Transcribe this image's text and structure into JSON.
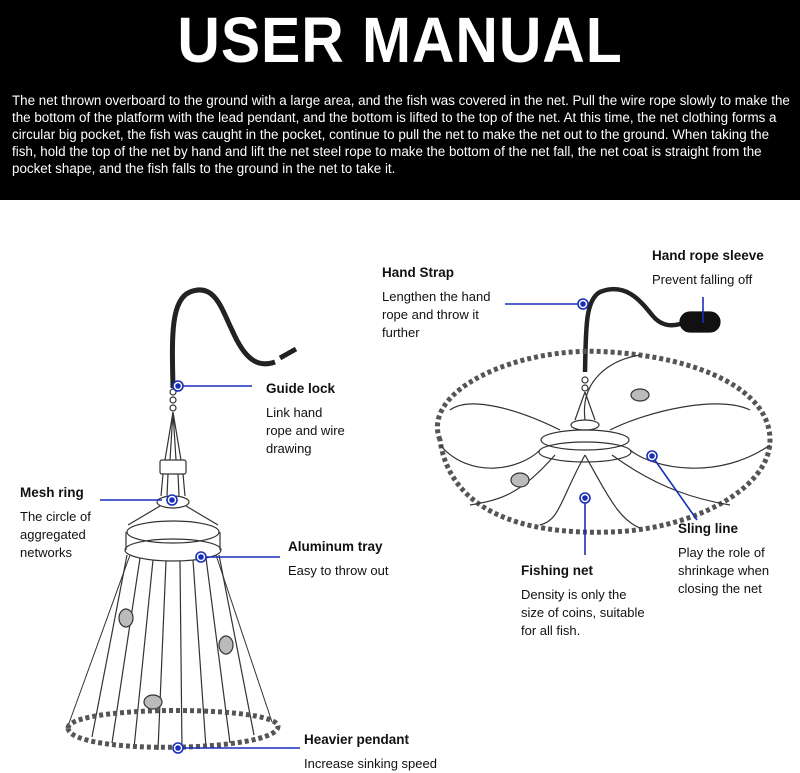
{
  "header": {
    "title": "USER MANUAL",
    "intro": "The net thrown overboard to the ground with a large area, and the fish was covered in the net. Pull the wire rope slowly to make the  the bottom of the platform with the lead pendant, and the bottom is lifted to the top of the net. At this time, the net clothing forms a circular big pocket, the fish was caught in the pocket, continue to pull the net to make the net out to the ground. When taking the fish, hold the top of the net by hand and lift the net steel rope to make the bottom of the net fall, the net coat is straight from the pocket shape, and the fish falls to the ground in the net to take it."
  },
  "colors": {
    "header_bg": "#000000",
    "accent": "#1a2fb8",
    "net": "#333333"
  },
  "labels": {
    "guide_lock": {
      "title": "Guide lock",
      "desc": [
        "Link hand",
        "rope and wire",
        "drawing"
      ]
    },
    "mesh_ring": {
      "title": "Mesh ring",
      "desc": [
        "The circle of",
        "aggregated",
        "networks"
      ]
    },
    "aluminum_tray": {
      "title": "Aluminum tray",
      "desc": [
        "Easy to throw out"
      ]
    },
    "heavier_pendant": {
      "title": "Heavier pendant",
      "desc": [
        "Increase sinking speed"
      ]
    },
    "hand_strap": {
      "title": "Hand Strap",
      "desc": [
        "Lengthen the hand",
        "rope and throw it",
        "further"
      ]
    },
    "hand_rope_sleeve": {
      "title": "Hand rope sleeve",
      "desc": [
        "Prevent falling off"
      ]
    },
    "sling_line": {
      "title": "Sling line",
      "desc": [
        "Play the role of",
        "shrinkage when",
        "closing the net"
      ]
    },
    "fishing_net": {
      "title": "Fishing net",
      "desc": [
        "Density is only the",
        "size of coins, suitable",
        "for all fish."
      ]
    }
  }
}
